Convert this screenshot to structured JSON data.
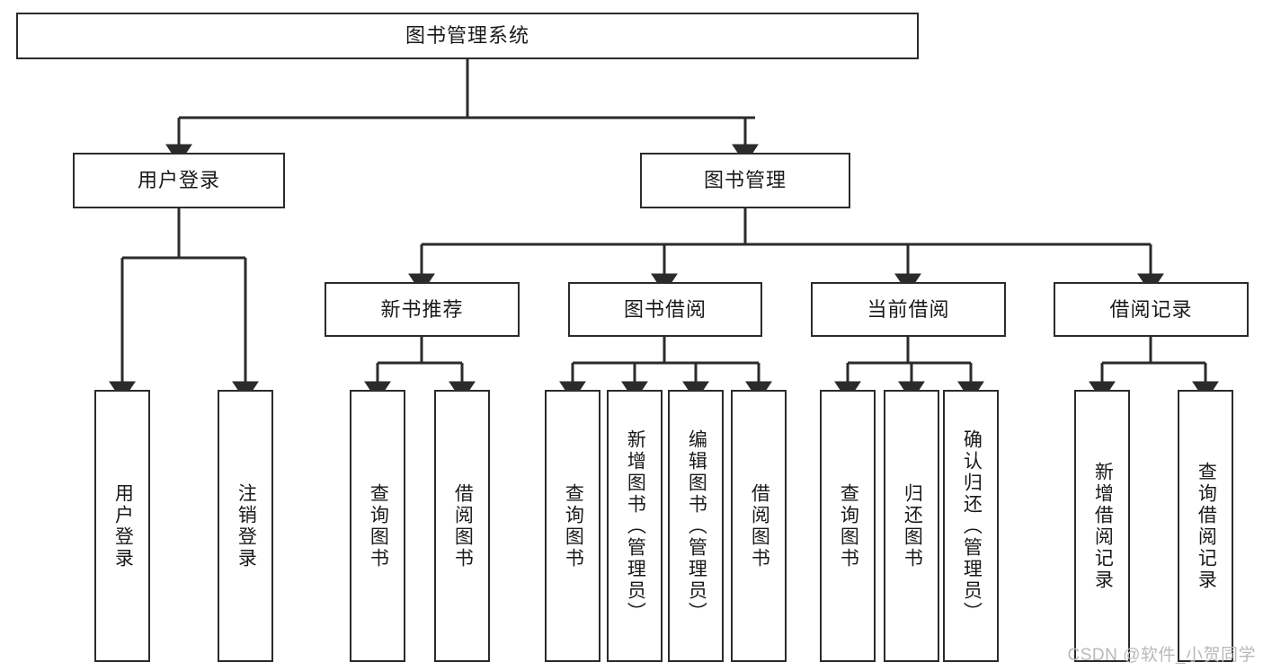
{
  "diagram": {
    "title": "图书管理系统",
    "type": "tree-hierarchy",
    "watermark": "CSDN @软件_小贺同学",
    "colors": {
      "stroke": "#2b2b2b",
      "fill": "#ffffff",
      "text": "#1a1a1a",
      "watermark": "#b9b9b9"
    },
    "nodes": {
      "root": "图书管理系统",
      "level2": {
        "user_login": "用户登录",
        "book_manage": "图书管理"
      },
      "level3": {
        "new_book_rec": "新书推荐",
        "book_borrow": "图书借阅",
        "current_borrow": "当前借阅",
        "borrow_record": "借阅记录"
      },
      "leaves": {
        "login_do": "用户登录",
        "logout_do": "注销登录",
        "query_book_a": "查询图书",
        "borrow_book_a": "借阅图书",
        "query_book_b": "查询图书",
        "add_book_admin": "新增图书（管理员）",
        "edit_book_admin": "编辑图书（管理员）",
        "borrow_book_b": "借阅图书",
        "query_book_c": "查询图书",
        "return_book": "归还图书",
        "confirm_return_admin": "确认归还（管理员）",
        "add_borrow_record": "新增借阅记录",
        "query_borrow_record": "查询借阅记录"
      }
    }
  }
}
